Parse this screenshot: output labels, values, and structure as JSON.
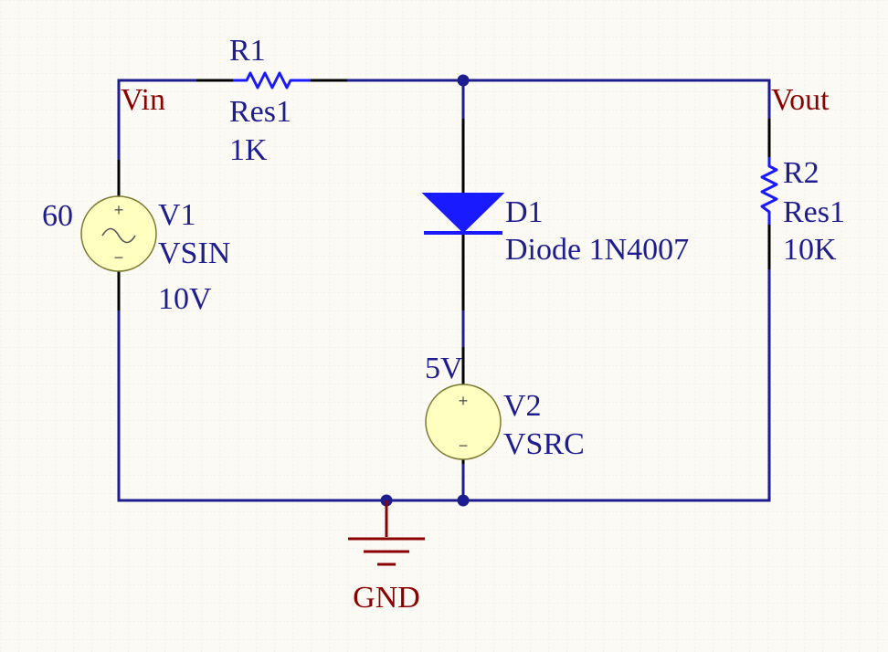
{
  "colors": {
    "background": "#fcfaf4",
    "wire": "#1d1d8f",
    "component_body": "#1a1aff",
    "net_label": "#8b0000",
    "designator": "#1d1d8f",
    "source_fill": "#ffffc0"
  },
  "net_labels": {
    "vin": "Vin",
    "vout": "Vout",
    "gnd": "GND"
  },
  "components": {
    "r1": {
      "designator": "R1",
      "comment": "Res1",
      "value": "1K"
    },
    "r2": {
      "designator": "R2",
      "comment": "Res1",
      "value": "10K"
    },
    "d1": {
      "designator": "D1",
      "comment": "Diode 1N4007"
    },
    "v1": {
      "designator": "V1",
      "comment": "VSIN",
      "value": "10V",
      "frequency": "60",
      "plus": "+",
      "minus": "−"
    },
    "v2": {
      "designator": "V2",
      "comment": "VSRC",
      "value": "5V",
      "plus": "+",
      "minus": "−"
    }
  },
  "icons": {
    "resistor": "resistor-icon",
    "diode": "diode-icon",
    "sine_source": "sine-source-icon",
    "dc_source": "dc-source-icon",
    "ground": "ground-icon"
  }
}
